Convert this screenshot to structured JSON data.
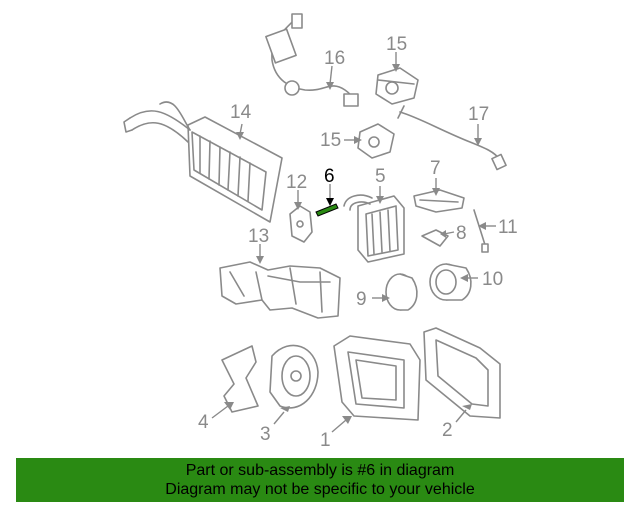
{
  "diagram": {
    "highlight_color": "#2a8a13",
    "callouts": [
      {
        "id": "c1",
        "label": "1"
      },
      {
        "id": "c2",
        "label": "2"
      },
      {
        "id": "c3",
        "label": "3"
      },
      {
        "id": "c4",
        "label": "4"
      },
      {
        "id": "c5",
        "label": "5"
      },
      {
        "id": "c6",
        "label": "6",
        "highlighted": true
      },
      {
        "id": "c7",
        "label": "7"
      },
      {
        "id": "c8",
        "label": "8"
      },
      {
        "id": "c9",
        "label": "9"
      },
      {
        "id": "c10",
        "label": "10"
      },
      {
        "id": "c11",
        "label": "11"
      },
      {
        "id": "c12",
        "label": "12"
      },
      {
        "id": "c13",
        "label": "13"
      },
      {
        "id": "c14",
        "label": "14"
      },
      {
        "id": "c15a",
        "label": "15"
      },
      {
        "id": "c15b",
        "label": "15"
      },
      {
        "id": "c16",
        "label": "16"
      },
      {
        "id": "c17",
        "label": "17"
      }
    ]
  },
  "banner": {
    "line1": "Part or sub-assembly is #6 in diagram",
    "line2": "Diagram may not be specific to your vehicle",
    "background": "#2a8a13"
  }
}
